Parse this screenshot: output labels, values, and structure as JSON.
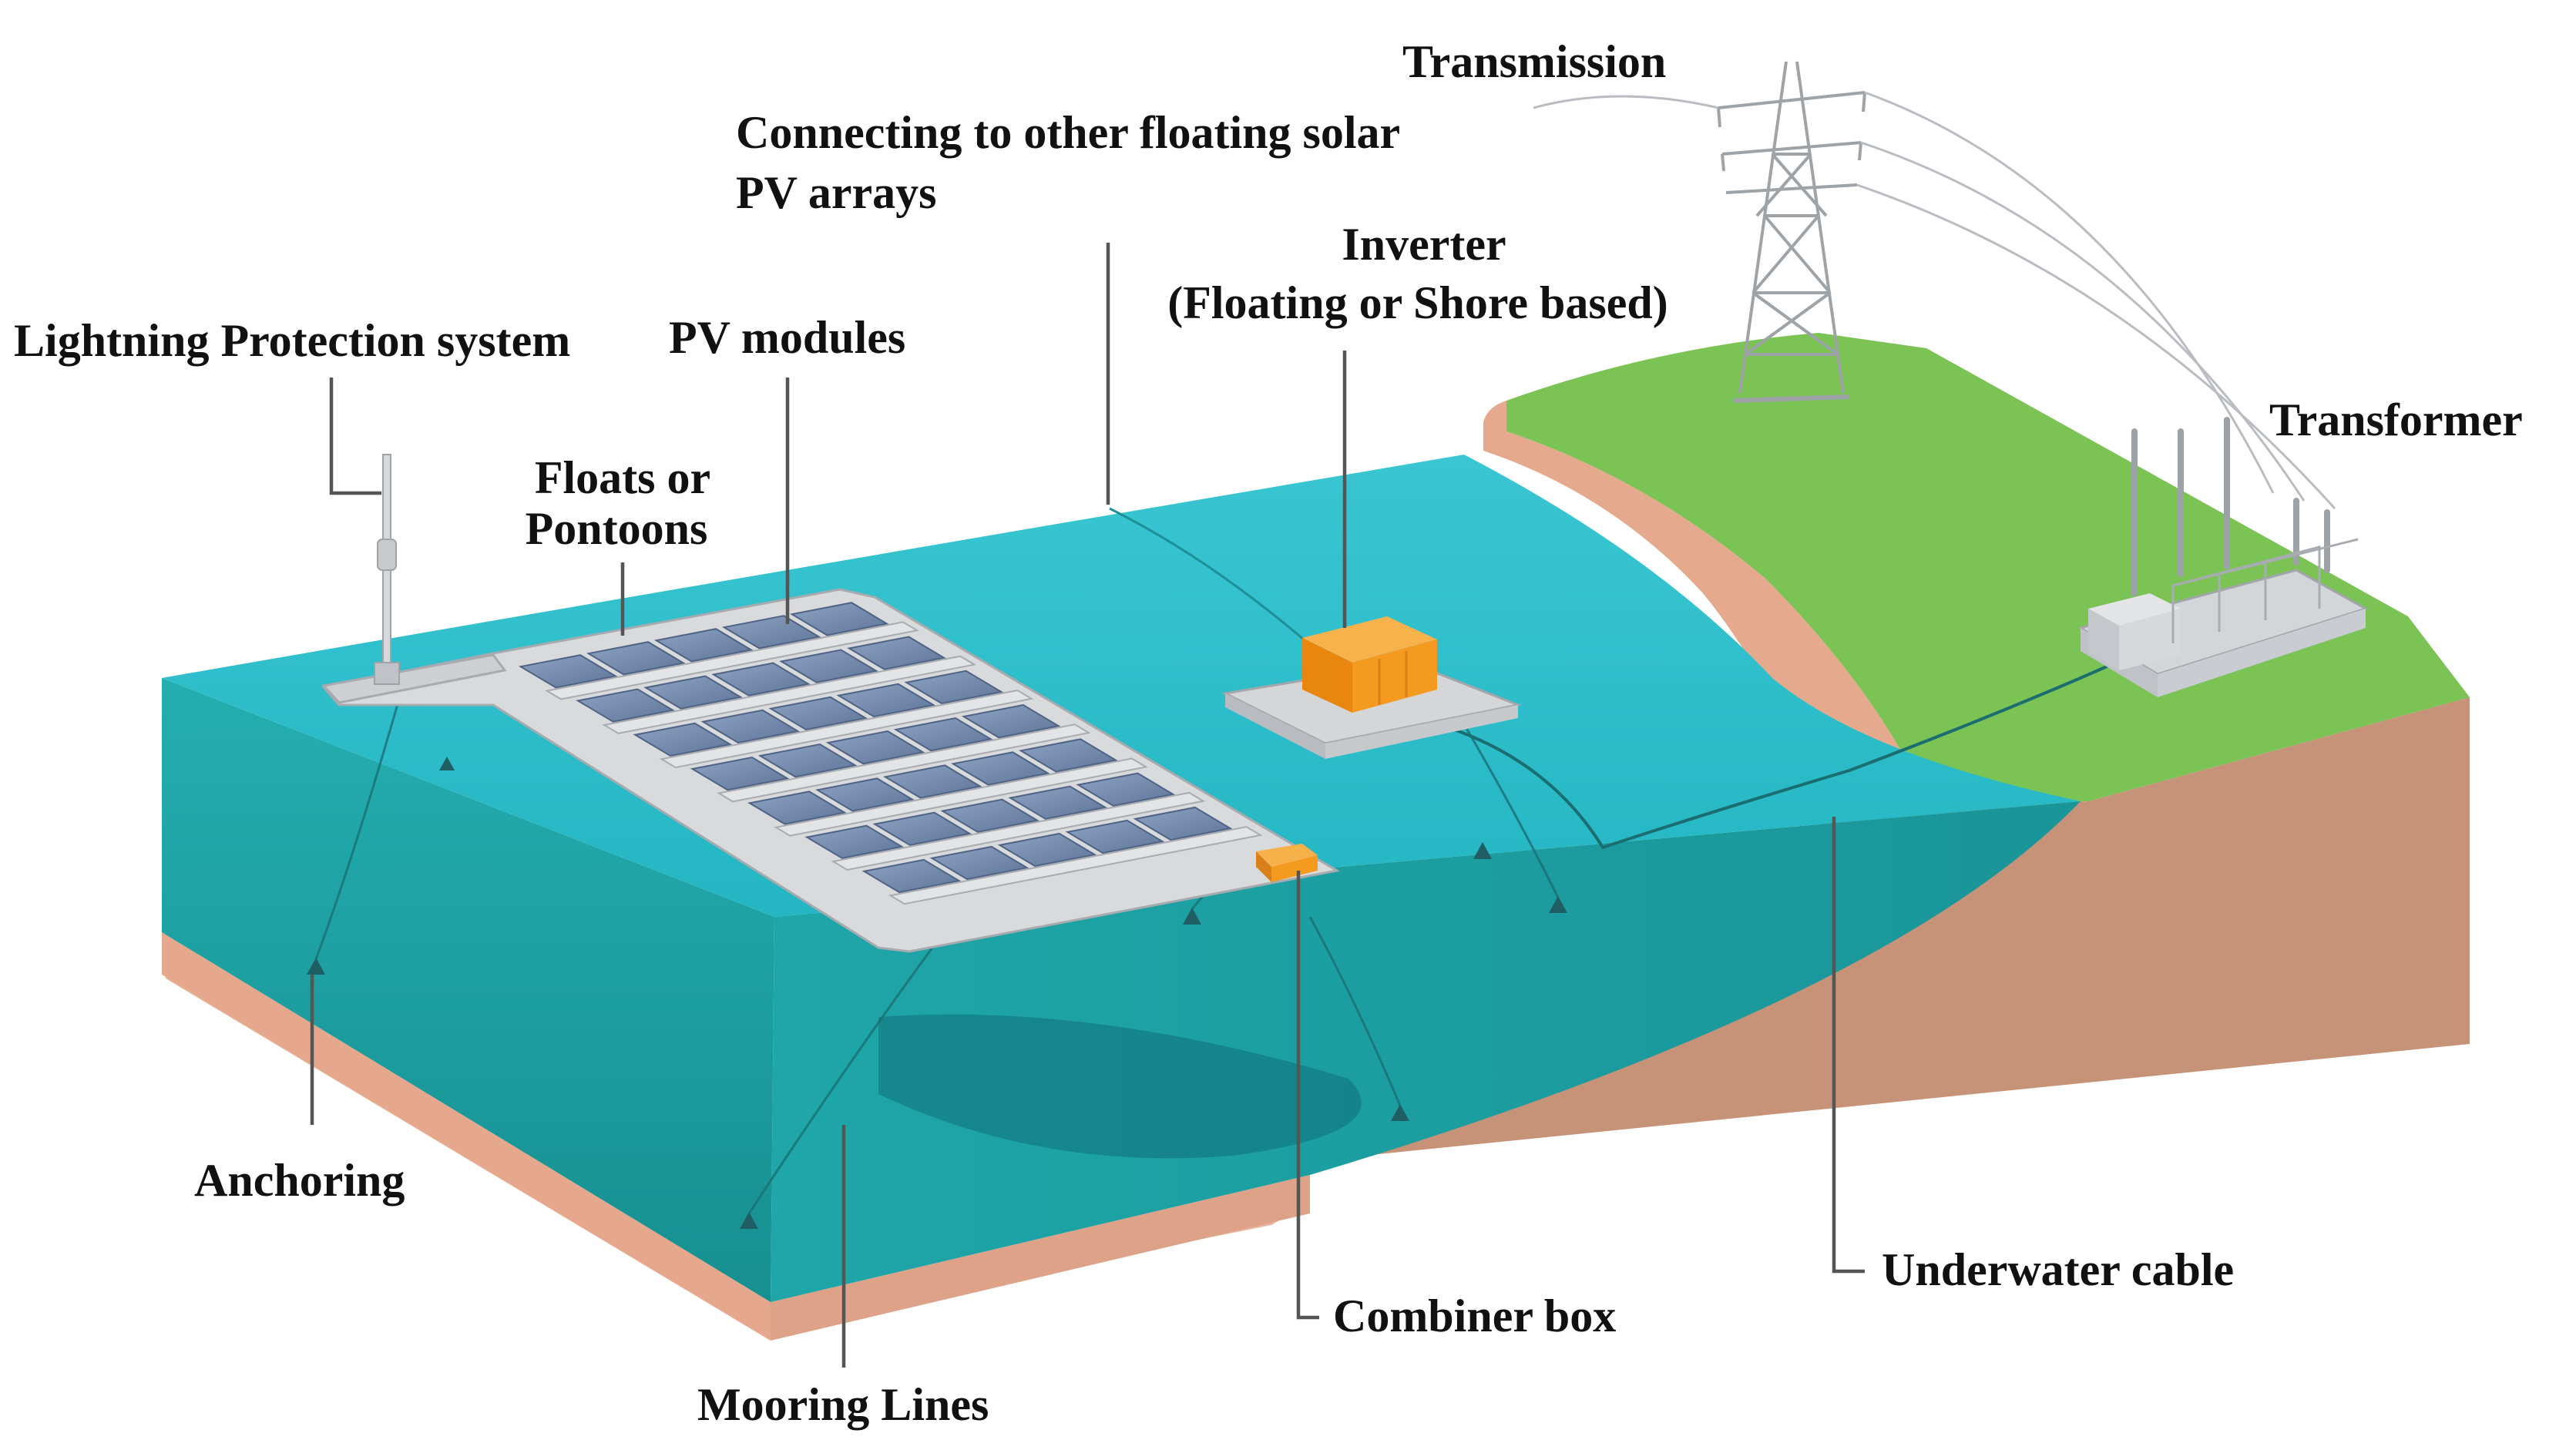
{
  "labels": {
    "transmission": "Transmission",
    "connecting_line1": "Connecting to other floating solar",
    "connecting_line2": "PV arrays",
    "inverter_line1": "Inverter",
    "inverter_line2": "(Floating or Shore based)",
    "lightning": "Lightning Protection system",
    "pv_modules": "PV modules",
    "floats_line1": "Floats or",
    "floats_line2": "Pontoons",
    "transformer": "Transformer",
    "anchoring": "Anchoring",
    "underwater_cable": "Underwater cable",
    "combiner_box": "Combiner box",
    "mooring_lines": "Mooring Lines"
  },
  "colors": {
    "water_surface": "#2EBFCB",
    "water_front": "#1FA8A8",
    "water_deep": "#178C8E",
    "sand": "#E7AE93",
    "grass": "#78BF52",
    "soil": "#C79378",
    "inverter": "#F39A1F",
    "panel": "#6E84A8",
    "float": "#D9DADC"
  }
}
